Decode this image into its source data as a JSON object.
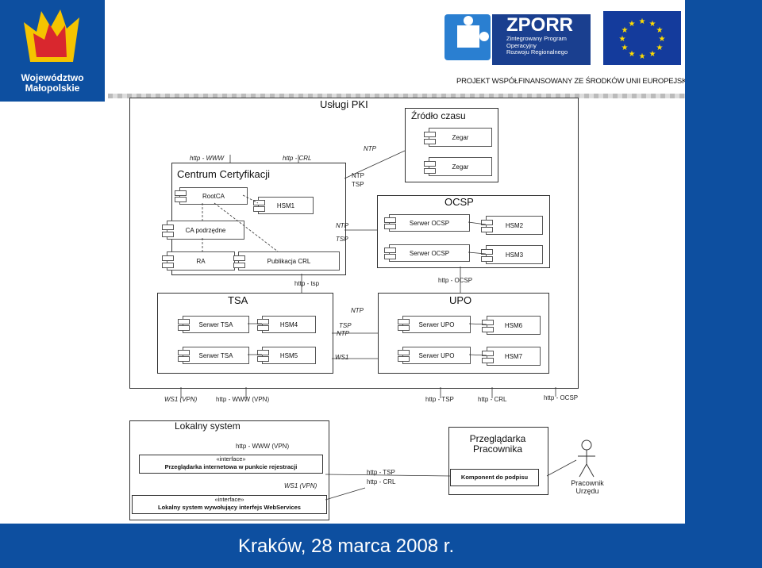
{
  "header": {
    "left_logo_text": "Województwo\nMałopolskie",
    "zporr_title": "ZPORR",
    "zporr_subtitle": "Zintegrowany Program\nOperacyjny\nRozwoju Regionalnego",
    "project_line": "PROJEKT WSPÓŁFINANSOWANY ZE ŚRODKÓW UNII EUROPEJSKIEJ"
  },
  "footer": {
    "text": "Kraków, 28 marca 2008 r."
  },
  "colors": {
    "brand_blue": "#0d4fa0",
    "eu_blue": "#143b9c",
    "eu_star": "#ffdd00",
    "zporr_red": "#d9272e"
  },
  "diagram": {
    "title": "Usługi PKI",
    "zrodlo": {
      "title": "Źródło czasu",
      "clocks": [
        "Zegar",
        "Zegar"
      ]
    },
    "cc": {
      "title": "Centrum Certyfikacji",
      "rootca": "RootCA",
      "hsm1": "HSM1",
      "ca_sub": "CA podrzędne",
      "ra": "RA",
      "crl": "Publikacja CRL"
    },
    "ocsp": {
      "title": "OCSP",
      "servers": [
        "Serwer OCSP",
        "Serwer OCSP"
      ],
      "hsm": [
        "HSM2",
        "HSM3"
      ]
    },
    "tsa": {
      "title": "TSA",
      "servers": [
        "Serwer TSA",
        "Serwer TSA"
      ],
      "hsm": [
        "HSM4",
        "HSM5"
      ]
    },
    "upo": {
      "title": "UPO",
      "servers": [
        "Serwer UPO",
        "Serwer UPO"
      ],
      "hsm": [
        "HSM6",
        "HSM7"
      ]
    },
    "labels": {
      "http_www": "http - WWW",
      "http_crl": "http - CRL",
      "ntp_top": "NTP",
      "ntp1": "NTP",
      "tsp1": "TSP",
      "ntp2": "NTP",
      "tsp2": "TSP",
      "http_tsp": "http - tsp",
      "http_ocsp_top": "http - OCSP",
      "ntp3": "NTP",
      "tsp3": "TSP",
      "ntp4": "NTP",
      "ws1_mid": "WS1",
      "ws1_vpn": "WS1 (VPN)",
      "http_www_vpn": "http - WWW (VPN)",
      "http_tsp_b": "http - TSP",
      "http_crl_b": "http - CRL",
      "http_ocsp_b": "http - OCSP",
      "http_www_vpn2": "http - WWW (VPN)",
      "ws1_vpn2": "WS1 (VPN)",
      "http_tsp_c": "http - TSP",
      "http_crl_c": "http - CRL"
    },
    "local": {
      "title": "Lokalny system",
      "iface1_stereo": "«interface»",
      "iface1_name": "Przeglądarka internetowa w punkcie rejestracji",
      "iface2_stereo": "«interface»",
      "iface2_name": "Lokalny system wywołujący interfejs WebServices"
    },
    "browser": {
      "title": "Przeglądarka\nPracownika",
      "component": "Komponent do podpisu"
    },
    "actor": "Pracownik\nUrzędu"
  }
}
